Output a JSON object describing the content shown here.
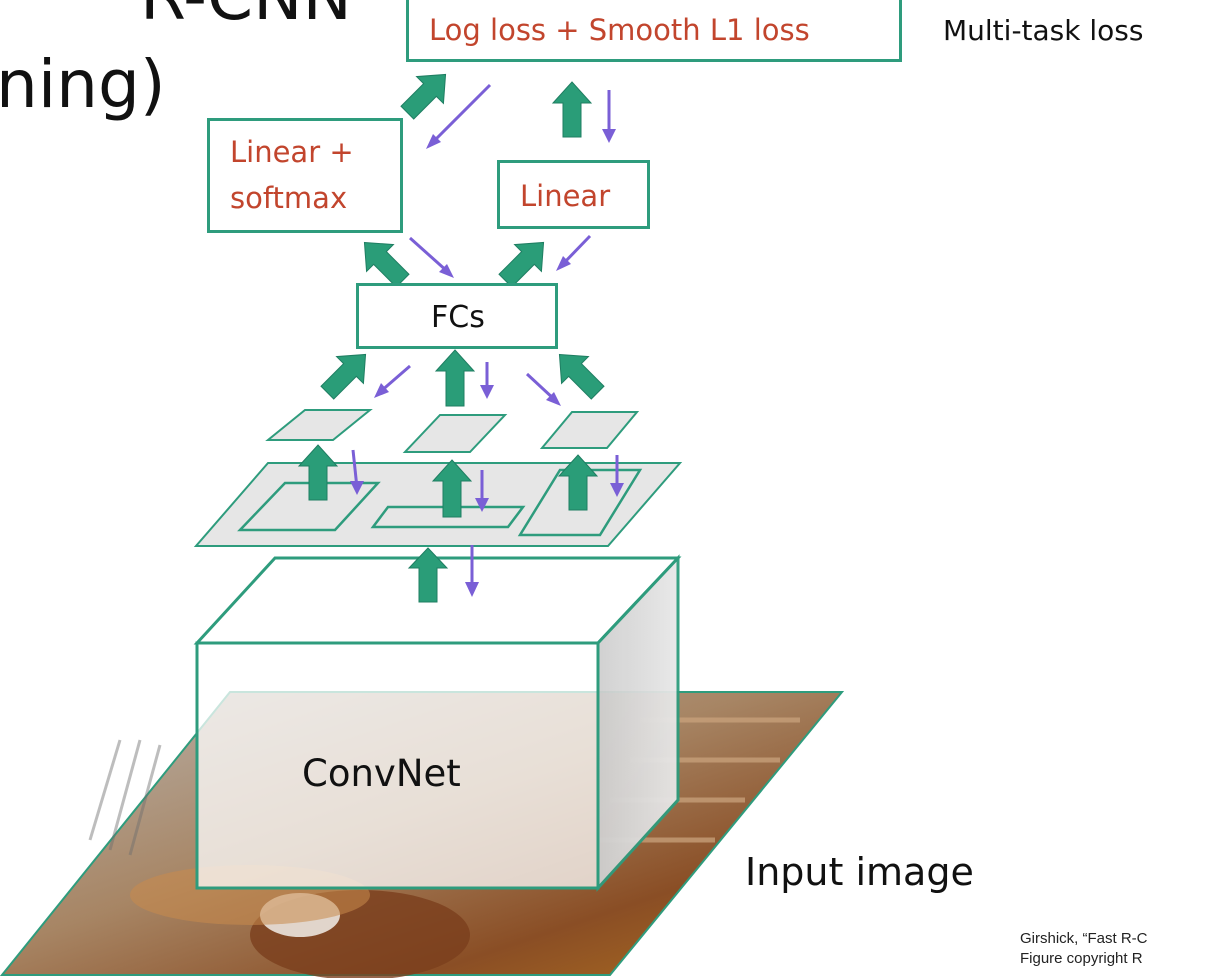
{
  "heading": {
    "line1": "R-CNN",
    "line2": "ning)"
  },
  "loss_box": {
    "label": "Log loss + Smooth L1 loss"
  },
  "multitask_label": "Multi-task loss",
  "linear_softmax_box": {
    "line1": "Linear +",
    "line2": "softmax"
  },
  "linear_box": {
    "label": "Linear"
  },
  "fcs_box": {
    "label": "FCs"
  },
  "convnet_label": "ConvNet",
  "input_image_label": "Input image",
  "citation": {
    "line1": "Girshick, “Fast R-C",
    "line2": "Figure copyright R"
  },
  "colors": {
    "box_border": "#2e9c7d",
    "forward_arrow": "#2a9d78",
    "backward_arrow": "#7a5fd6",
    "label_red": "#c2452d",
    "roi_fill": "#e6e6e6"
  }
}
